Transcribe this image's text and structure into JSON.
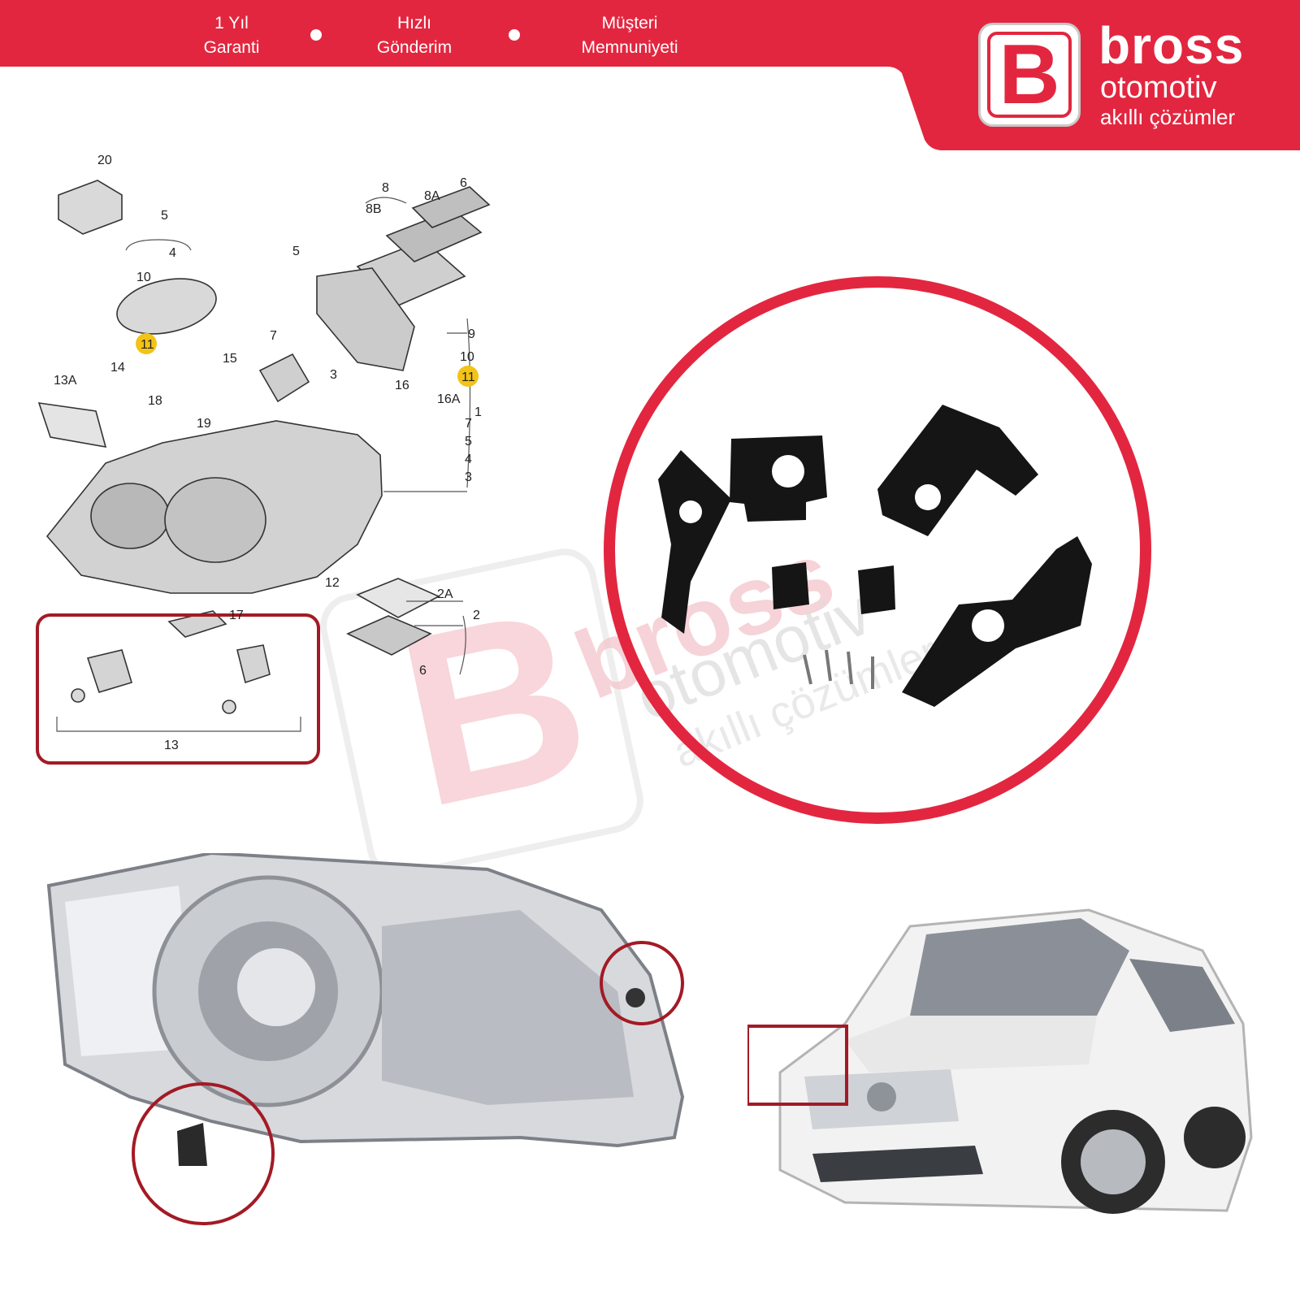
{
  "header": {
    "features": [
      {
        "line1": "1 Yıl",
        "line2": "Garanti"
      },
      {
        "line1": "Hızlı",
        "line2": "Gönderim"
      },
      {
        "line1": "Müşteri",
        "line2": "Memnuniyeti"
      }
    ]
  },
  "brand": {
    "logo_letter": "B",
    "name": "bross",
    "sub": "otomotiv",
    "tagline": "akıllı çözümler"
  },
  "watermark": {
    "letter": "B",
    "name": "bross",
    "sub": "otomotiv",
    "tagline": "akıllı çözümler"
  },
  "diagram": {
    "callouts": [
      "20",
      "5",
      "4",
      "10",
      "11",
      "14",
      "13A",
      "18",
      "15",
      "19",
      "7",
      "3",
      "16",
      "16A",
      "1",
      "5",
      "8",
      "8B",
      "8A",
      "6",
      "9",
      "10",
      "11",
      "7",
      "5",
      "4",
      "3",
      "12",
      "2A",
      "2",
      "17",
      "6",
      "13"
    ]
  },
  "colors": {
    "brand_red": "#e3263f",
    "highlight_ring": "#b8202f",
    "diagram_highlight": "#a31a25",
    "callout_badge": "#f3c315"
  },
  "icons": {
    "logo": "bross-logo-icon",
    "feature_separator": "bullet-dot-icon"
  }
}
